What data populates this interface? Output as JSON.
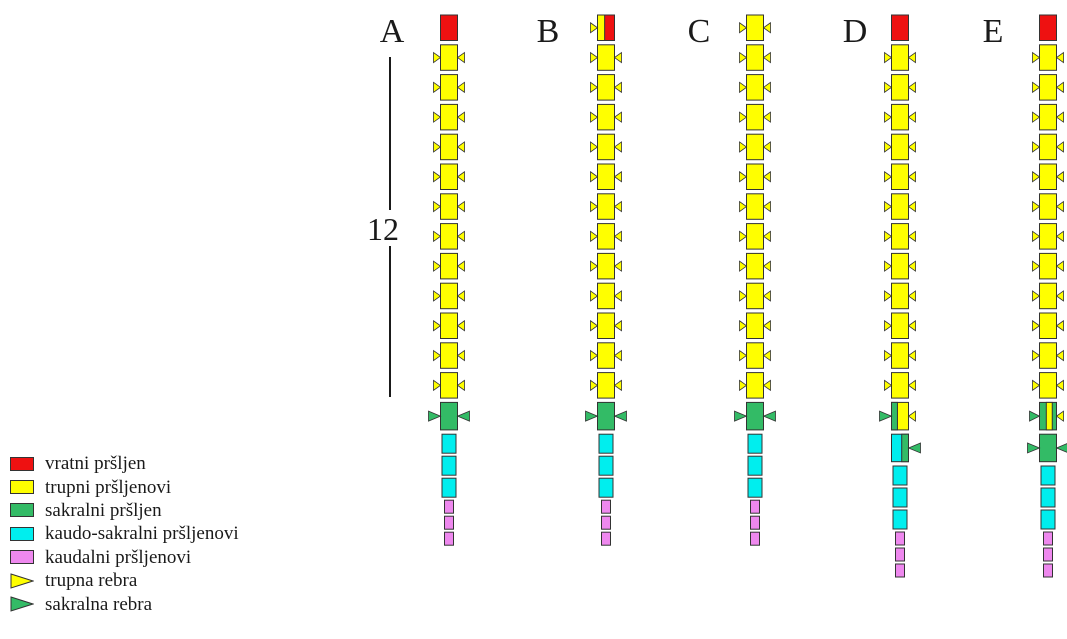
{
  "colors": {
    "cervical": "#ee1111",
    "trunk": "#ffff00",
    "sacral": "#33bb66",
    "caudosacral": "#00eeee",
    "caudal": "#ee88ee",
    "outline": "#333333"
  },
  "scale_label": "12",
  "columns": [
    {
      "letter": "A",
      "cervical": "full",
      "trunk_count": 12,
      "sacral": "single",
      "caudosacral_count": 3,
      "caudal_count": 3
    },
    {
      "letter": "B",
      "cervical": "half-left-trunk",
      "trunk_count": 12,
      "sacral": "single",
      "caudosacral_count": 3,
      "caudal_count": 3
    },
    {
      "letter": "C",
      "cervical": "none-trunk",
      "trunk_count": 12,
      "sacral": "single",
      "caudosacral_count": 3,
      "caudal_count": 3
    },
    {
      "letter": "D",
      "cervical": "full",
      "trunk_count": 12,
      "sacral": "transitional-trunk-left",
      "second_transitional": "caudosacral-with-sacral-right",
      "caudosacral_count": 3,
      "caudal_count": 3
    },
    {
      "letter": "E",
      "cervical": "full",
      "trunk_count": 12,
      "sacral": "transitional-sacral-stripe",
      "second_sacral": true,
      "caudosacral_count": 3,
      "caudal_count": 3
    }
  ],
  "legend": [
    {
      "label": "vratni pršljen",
      "kind": "box",
      "color": "#ee1111"
    },
    {
      "label": "trupni pršljenovi",
      "kind": "box",
      "color": "#ffff00"
    },
    {
      "label": "sakralni pršljen",
      "kind": "box",
      "color": "#33bb66"
    },
    {
      "label": "kaudo-sakralni pršljenovi",
      "kind": "box",
      "color": "#00eeee"
    },
    {
      "label": "kaudalni pršljenovi",
      "kind": "box",
      "color": "#ee88ee"
    },
    {
      "label": "trupna rebra",
      "kind": "triangle",
      "color": "#ffff00"
    },
    {
      "label": "sakralna rebra",
      "kind": "triangle",
      "color": "#33bb66"
    }
  ]
}
